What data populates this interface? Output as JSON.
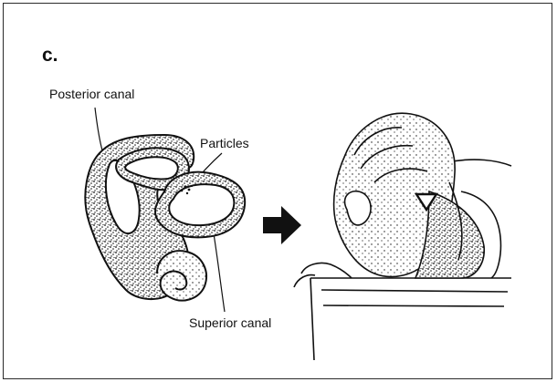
{
  "figure": {
    "panel_letter": "c.",
    "labels": {
      "posterior_canal": "Posterior canal",
      "particles": "Particles",
      "superior_canal": "Superior canal"
    },
    "icons": {
      "inner_ear": "inner-ear-illustration",
      "arrow": "right-arrow-icon",
      "head": "head-position-illustration"
    },
    "colors": {
      "ink": "#111111",
      "frame": "#2a2a2a",
      "background": "#ffffff"
    }
  }
}
